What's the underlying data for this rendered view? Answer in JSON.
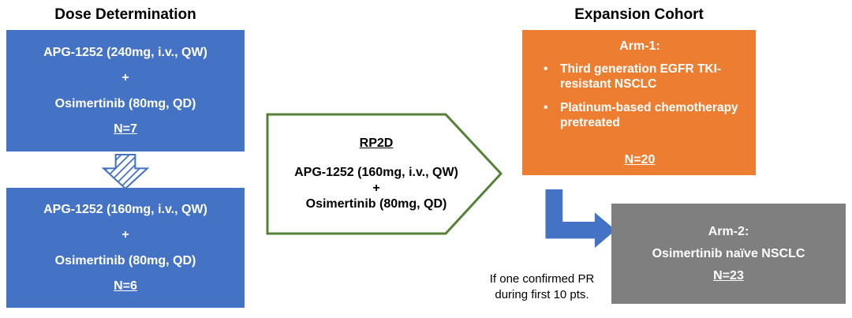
{
  "colors": {
    "blue": "#4472C4",
    "orange": "#ED7D31",
    "gray": "#7F7F7F",
    "green": "#538135"
  },
  "left_column": {
    "title": "Dose Determination",
    "box1": {
      "drug1": "APG-1252 (240mg, i.v., QW)",
      "plus": "+",
      "drug2": "Osimertinib (80mg, QD)",
      "n": "N=7"
    },
    "box2": {
      "drug1": "APG-1252 (160mg, i.v., QW)",
      "plus": "+",
      "drug2": "Osimertinib (80mg, QD)",
      "n": "N=6"
    }
  },
  "rp2d": {
    "title": "RP2D",
    "drug1": "APG-1252 (160mg, i.v., QW)",
    "plus": "+",
    "drug2": "Osimertinib (80mg, QD)"
  },
  "right_column": {
    "title": "Expansion Cohort",
    "arm1": {
      "title": "Arm-1:",
      "bullets": [
        "Third generation EGFR TKI-resistant NSCLC",
        "Platinum-based chemotherapy pretreated"
      ],
      "n": "N=20"
    },
    "arm2": {
      "title": "Arm-2:",
      "line": "Osimertinib naïve NSCLC",
      "n": "N=23"
    },
    "note": {
      "line1": "If one confirmed PR",
      "line2": "during first 10 pts."
    }
  }
}
